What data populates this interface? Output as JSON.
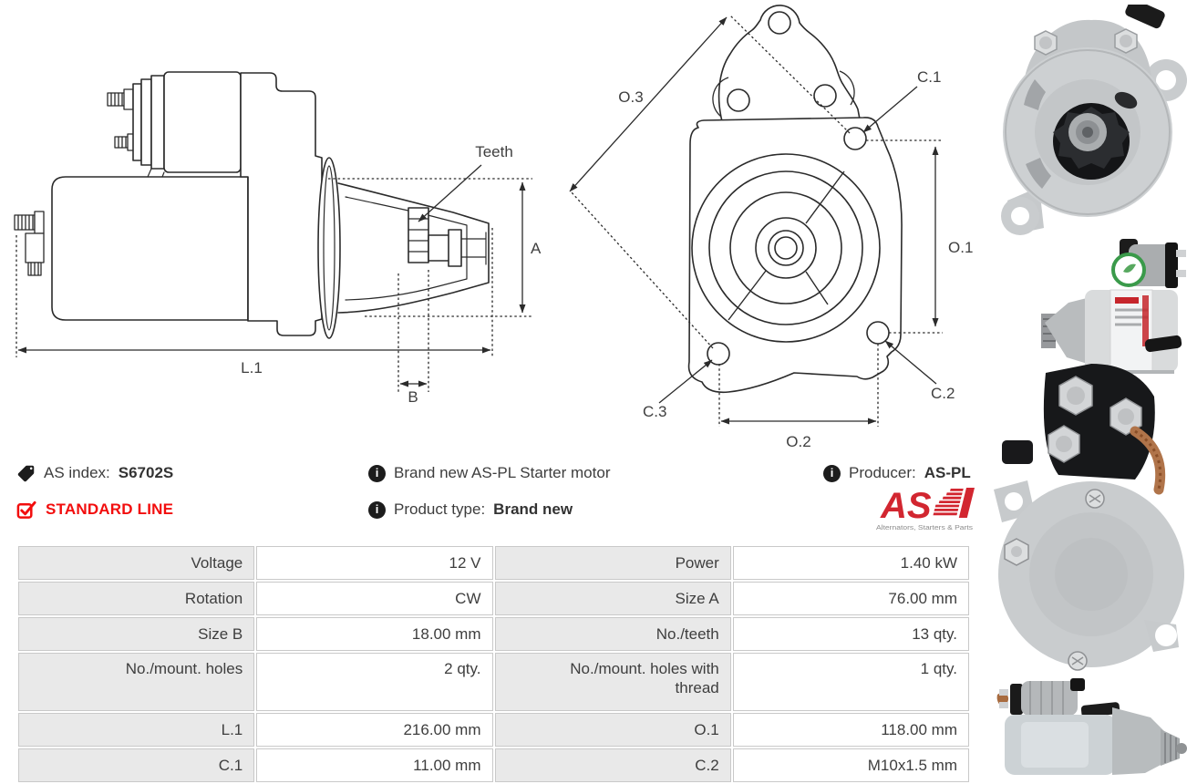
{
  "colors": {
    "accent_red": "#f20d0d",
    "logo_red": "#d22630",
    "drawing_line": "#2b2b2b",
    "table_label_bg": "#e9e9e9",
    "table_border": "#c9c9c9",
    "text": "#3d3d3d"
  },
  "icons": {
    "as_index": "tag-icon",
    "standard_line": "checkbox-checked-icon",
    "description": "info-icon",
    "product_type": "info-icon",
    "producer": "info-icon"
  },
  "drawing_side": {
    "teeth_label": "Teeth",
    "dim_a": "A",
    "dim_l1": "L.1",
    "dim_b": "B"
  },
  "drawing_front": {
    "dim_o3": "O.3",
    "dim_c1": "C.1",
    "dim_o1": "O.1",
    "dim_c2": "C.2",
    "dim_c3": "C.3",
    "dim_o2": "O.2"
  },
  "info": {
    "as_index_label": "AS index:",
    "as_index_value": "S6702S",
    "standard_line_label": "STANDARD LINE",
    "description": "Brand new AS-PL Starter motor",
    "product_type_label": "Product type:",
    "product_type_value": "Brand new",
    "producer_label": "Producer:",
    "producer_value": "AS-PL",
    "info_icon_glyph": "i"
  },
  "logo": {
    "text": "AS",
    "tagline": "Alternators, Starters & Parts"
  },
  "spec_table": {
    "rows": [
      {
        "c0": "Voltage",
        "c1": "12 V",
        "c2": "Power",
        "c3": "1.40 kW"
      },
      {
        "c0": "Rotation",
        "c1": "CW",
        "c2": "Size A",
        "c3": "76.00 mm"
      },
      {
        "c0": "Size B",
        "c1": "18.00 mm",
        "c2": "No./teeth",
        "c3": "13 qty."
      },
      {
        "c0": "No./mount. holes",
        "c1": "2 qty.",
        "c2": "No./mount. holes with thread",
        "c3": "1 qty."
      },
      {
        "c0": "L.1",
        "c1": "216.00 mm",
        "c2": "O.1",
        "c3": "118.00 mm"
      },
      {
        "c0": "C.1",
        "c1": "11.00 mm",
        "c2": "C.2",
        "c3": "M10x1.5 mm"
      }
    ]
  }
}
